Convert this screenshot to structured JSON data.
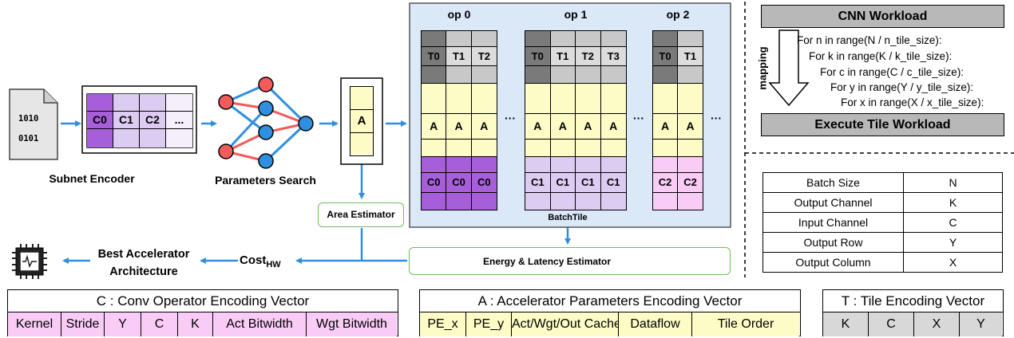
{
  "subnet_encoder": {
    "file_bits_1": "1010",
    "file_bits_2": "0101",
    "cells": [
      "C0",
      "C1",
      "C2",
      "..."
    ],
    "label": "Subnet Encoder"
  },
  "parameters_search": {
    "label": "Parameters Search"
  },
  "accel_vector": {
    "cell": "A"
  },
  "area_estimator": {
    "label": "Area Estimator"
  },
  "batchtile": {
    "label": "BatchTile",
    "ops": [
      {
        "title": "op 0",
        "tiles": [
          "T0",
          "T1",
          "T2"
        ],
        "accel": [
          "A",
          "A",
          "A"
        ],
        "convs": [
          "C0",
          "C0",
          "C0"
        ]
      },
      {
        "title": "op 1",
        "tiles": [
          "T0",
          "T1",
          "T2",
          "T3"
        ],
        "accel": [
          "A",
          "A",
          "A",
          "A"
        ],
        "convs": [
          "C1",
          "C1",
          "C1",
          "C1"
        ]
      },
      {
        "title": "op 2",
        "tiles": [
          "T0",
          "T1"
        ],
        "accel": [
          "A",
          "A"
        ],
        "convs": [
          "C2",
          "C2"
        ]
      }
    ],
    "ellipsis": "···"
  },
  "energy_latency": {
    "label": "Energy & Latency Estimator"
  },
  "cost": {
    "main": "Cost",
    "sub": "HW"
  },
  "best_accel": {
    "line1": "Best Accelerator",
    "line2": "Architecture"
  },
  "cnn": {
    "workload": "CNN Workload",
    "mapping": "mapping",
    "loops": [
      "For n in range(N / n_tile_size):",
      "For k in range(K / k_tile_size):",
      "For c in range(C / c_tile_size):",
      "For y in range(Y / y_tile_size):",
      "For x in range(X / x_tile_size):"
    ],
    "execute": "Execute Tile Workload"
  },
  "dimensions": [
    {
      "name": "Batch Size",
      "sym": "N"
    },
    {
      "name": "Output Channel",
      "sym": "K"
    },
    {
      "name": "Input Channel",
      "sym": "C"
    },
    {
      "name": "Output Row",
      "sym": "Y"
    },
    {
      "name": "Output Column",
      "sym": "X"
    }
  ],
  "conv_vector": {
    "title": "C : Conv Operator Encoding Vector",
    "fields": [
      "Kernel",
      "Stride",
      "Y",
      "C",
      "K",
      "Act Bitwidth",
      "Wgt Bitwidth"
    ]
  },
  "accel_param_vector": {
    "title": "A : Accelerator Parameters Encoding Vector",
    "fields": [
      "PE_x",
      "PE_y",
      "Act/Wgt/Out Cache",
      "Dataflow",
      "Tile Order"
    ]
  },
  "tile_vector": {
    "title": "T : Tile Encoding Vector",
    "fields": [
      "K",
      "C",
      "X",
      "Y"
    ]
  },
  "colors": {
    "arrow": "#2f8fe0",
    "node_red": "#f25b5b",
    "node_blue": "#2f8fe0",
    "batch_bg": "#dbe8f8",
    "accel_yellow": "#fdfbc6",
    "conv_c0": "#a65fd8",
    "conv_c1": "#ddccf2",
    "conv_c2": "#f9ccf6",
    "estimator_border": "#6bbf59"
  }
}
